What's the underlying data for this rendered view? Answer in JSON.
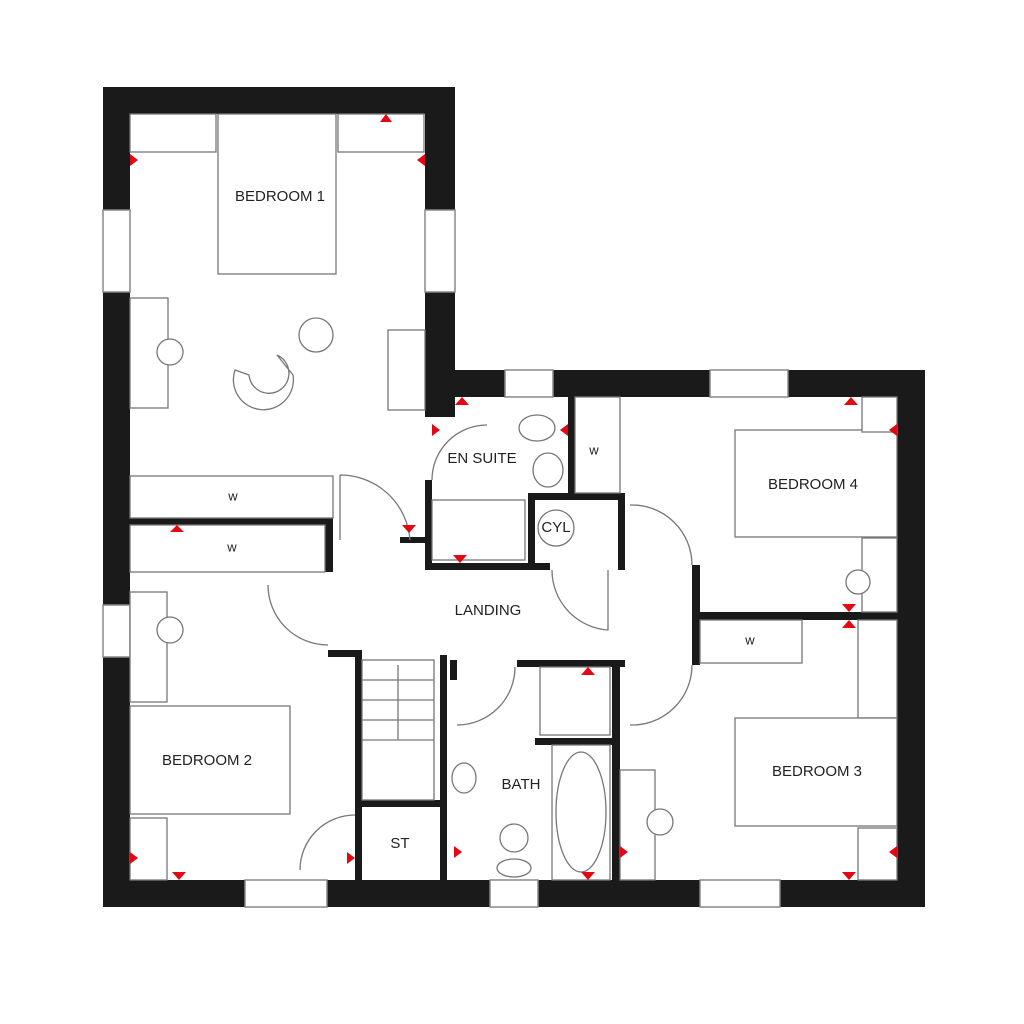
{
  "rooms": {
    "bedroom1": "BEDROOM 1",
    "en_suite": "EN SUITE",
    "ensuite_wardrobe": "w",
    "cylinder": "CYL",
    "bedroom4": "BEDROOM 4",
    "landing": "LANDING",
    "bed1_wardrobe": "w",
    "bed2_wardrobe": "w",
    "bed4_wardrobe": "w",
    "bedroom2": "BEDROOM 2",
    "bath": "BATH",
    "store": "ST",
    "bedroom3": "BEDROOM 3"
  },
  "colors": {
    "walls": "#1a1a1a",
    "socket_markers": "#e30613"
  }
}
